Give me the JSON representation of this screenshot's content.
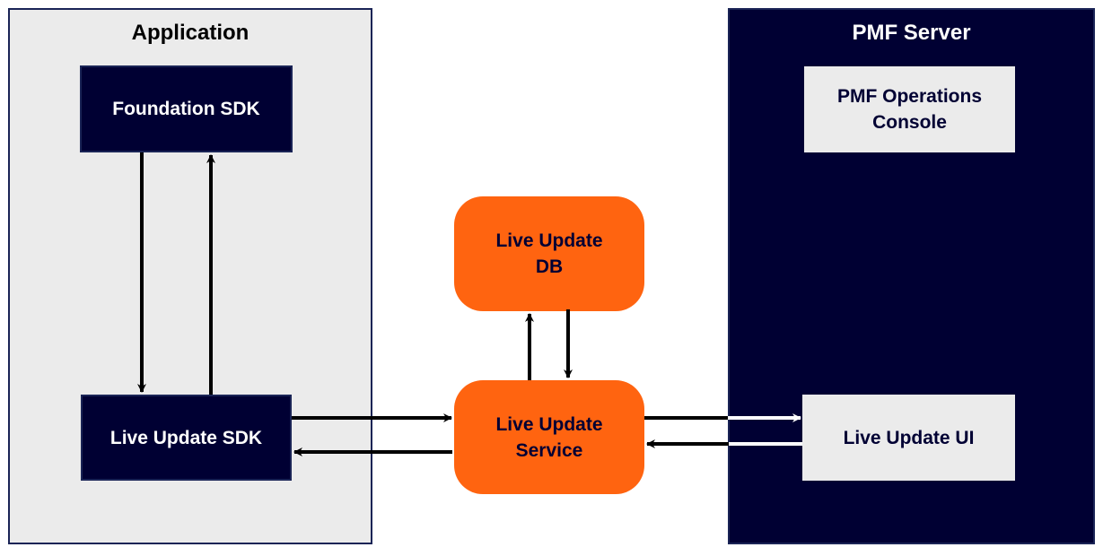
{
  "containers": {
    "application": {
      "title": "Application"
    },
    "pmf_server": {
      "title": "PMF Server"
    }
  },
  "nodes": {
    "foundation_sdk": "Foundation SDK",
    "live_update_sdk": "Live Update SDK",
    "live_update_db": [
      "Live Update",
      "DB"
    ],
    "live_update_service": [
      "Live Update",
      "Service"
    ],
    "pmf_operations_console": [
      "PMF Operations",
      "Console"
    ],
    "live_update_ui": "Live Update UI"
  },
  "edges": [
    {
      "from": "Foundation SDK",
      "to": "Live Update SDK"
    },
    {
      "from": "Live Update SDK",
      "to": "Foundation SDK"
    },
    {
      "from": "Live Update SDK",
      "to": "Live Update Service"
    },
    {
      "from": "Live Update Service",
      "to": "Live Update SDK"
    },
    {
      "from": "Live Update Service",
      "to": "Live Update DB"
    },
    {
      "from": "Live Update DB",
      "to": "Live Update Service"
    },
    {
      "from": "Live Update Service",
      "to": "Live Update UI"
    },
    {
      "from": "Live Update UI",
      "to": "Live Update Service"
    }
  ],
  "colors": {
    "navy": "#000033",
    "light_gray": "#ebebeb",
    "orange": "#ff6410"
  }
}
